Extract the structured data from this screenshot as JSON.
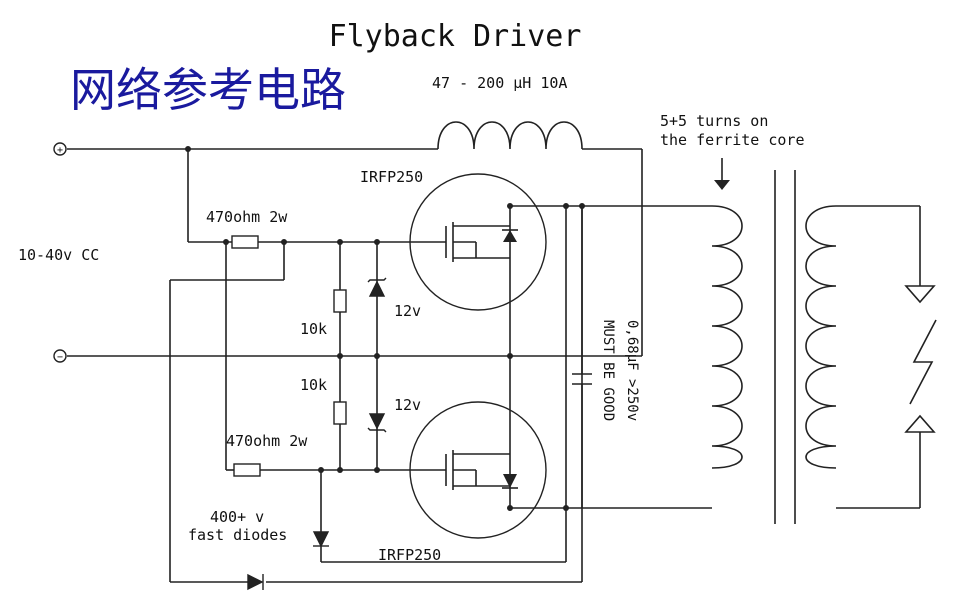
{
  "title": "Flyback Driver",
  "watermark": "网络参考电路",
  "labels": {
    "inductor": "47 - 200 µH 10A",
    "turns_line1": "5+5 turns on",
    "turns_line2": "the ferrite core",
    "mosfet_top": "IRFP250",
    "mosfet_bottom": "IRFP250",
    "resistor_top": "470ohm 2w",
    "resistor_bottom": "470ohm 2w",
    "supply": "10-40v CC",
    "r10k_top": "10k",
    "r10k_bottom": "10k",
    "zener_top": "12v",
    "zener_bottom": "12v",
    "cap_value": "0,68µF >250v",
    "cap_note": "MUST BE GOOD",
    "diode_line1": "400+ v",
    "diode_line2": "fast diodes",
    "terminal_plus": "+",
    "terminal_minus": "−"
  },
  "colors": {
    "wire": "#222222",
    "text": "#111111",
    "watermark": "#1a1a9e"
  }
}
